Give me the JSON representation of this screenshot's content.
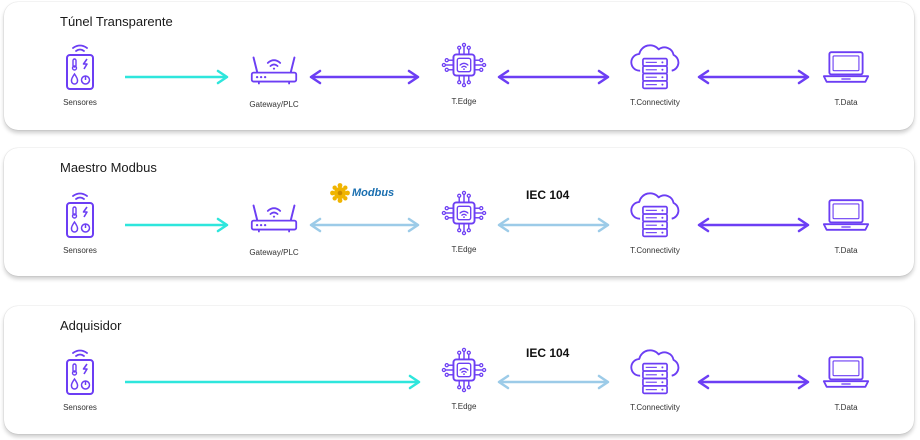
{
  "colors": {
    "purple": "#6c3ef4",
    "cyan": "#2ee6dc",
    "lightblue": "#9ccbe8",
    "icon": "#6c3ef4"
  },
  "panels": [
    {
      "title": "Túnel Transparente",
      "nodes": {
        "sensores": "Sensores",
        "gateway": "Gateway/PLC",
        "edge": "T.Edge",
        "connectivity": "T.Connectivity",
        "data": "T.Data"
      }
    },
    {
      "title": "Maestro Modbus",
      "nodes": {
        "sensores": "Sensores",
        "gateway": "Gateway/PLC",
        "edge": "T.Edge",
        "connectivity": "T.Connectivity",
        "data": "T.Data"
      },
      "modbus_logo": "Modbus",
      "protocol": "IEC 104"
    },
    {
      "title": "Adquisidor",
      "nodes": {
        "sensores": "Sensores",
        "edge": "T.Edge",
        "connectivity": "T.Connectivity",
        "data": "T.Data"
      },
      "protocol": "IEC 104"
    }
  ]
}
